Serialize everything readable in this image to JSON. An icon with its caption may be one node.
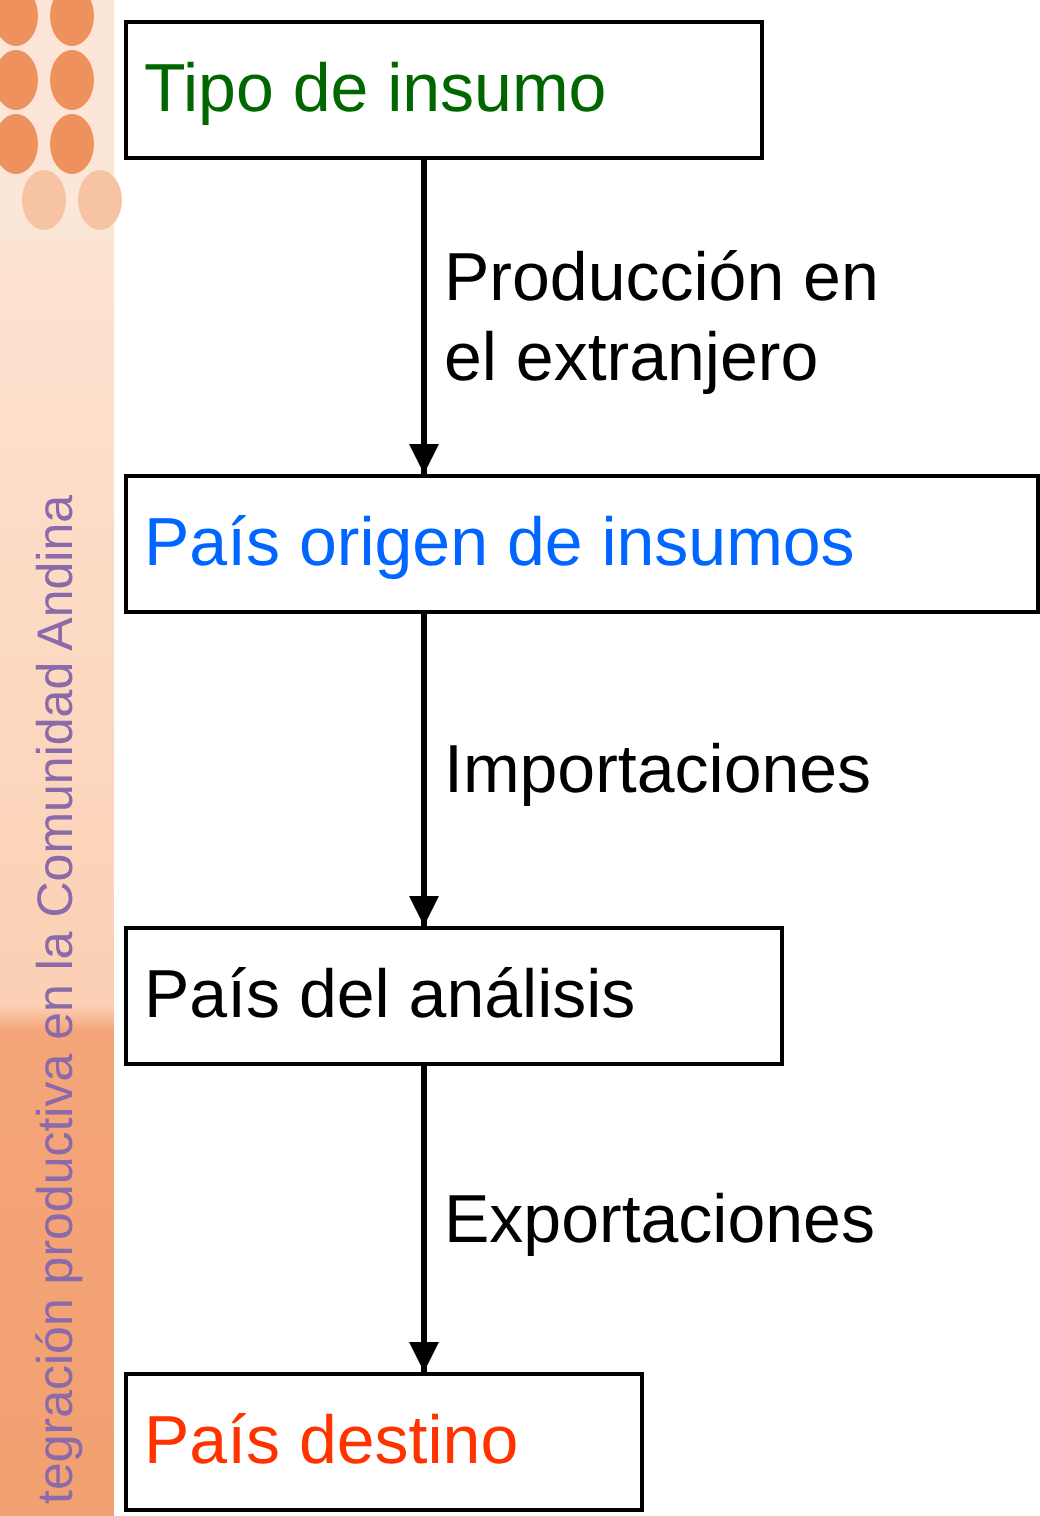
{
  "diagram": {
    "nodes": [
      {
        "text": [
          "Tipo de insumo"
        ]
      },
      {
        "text": [
          "País origen de insumos"
        ]
      },
      {
        "text": [
          "País del análisis"
        ]
      },
      {
        "text": [
          "País destino"
        ]
      }
    ],
    "edges": [
      {
        "from": 0,
        "to": 1,
        "arrow": "to",
        "label": "Producción en el extranjero"
      },
      {
        "from": 1,
        "to": 2,
        "arrow": "to",
        "label": "Importaciones"
      },
      {
        "from": 2,
        "to": 3,
        "arrow": "to",
        "label": "Exportaciones"
      }
    ],
    "labels": [
      "tegración productiva en la Comunidad Andina"
    ]
  }
}
